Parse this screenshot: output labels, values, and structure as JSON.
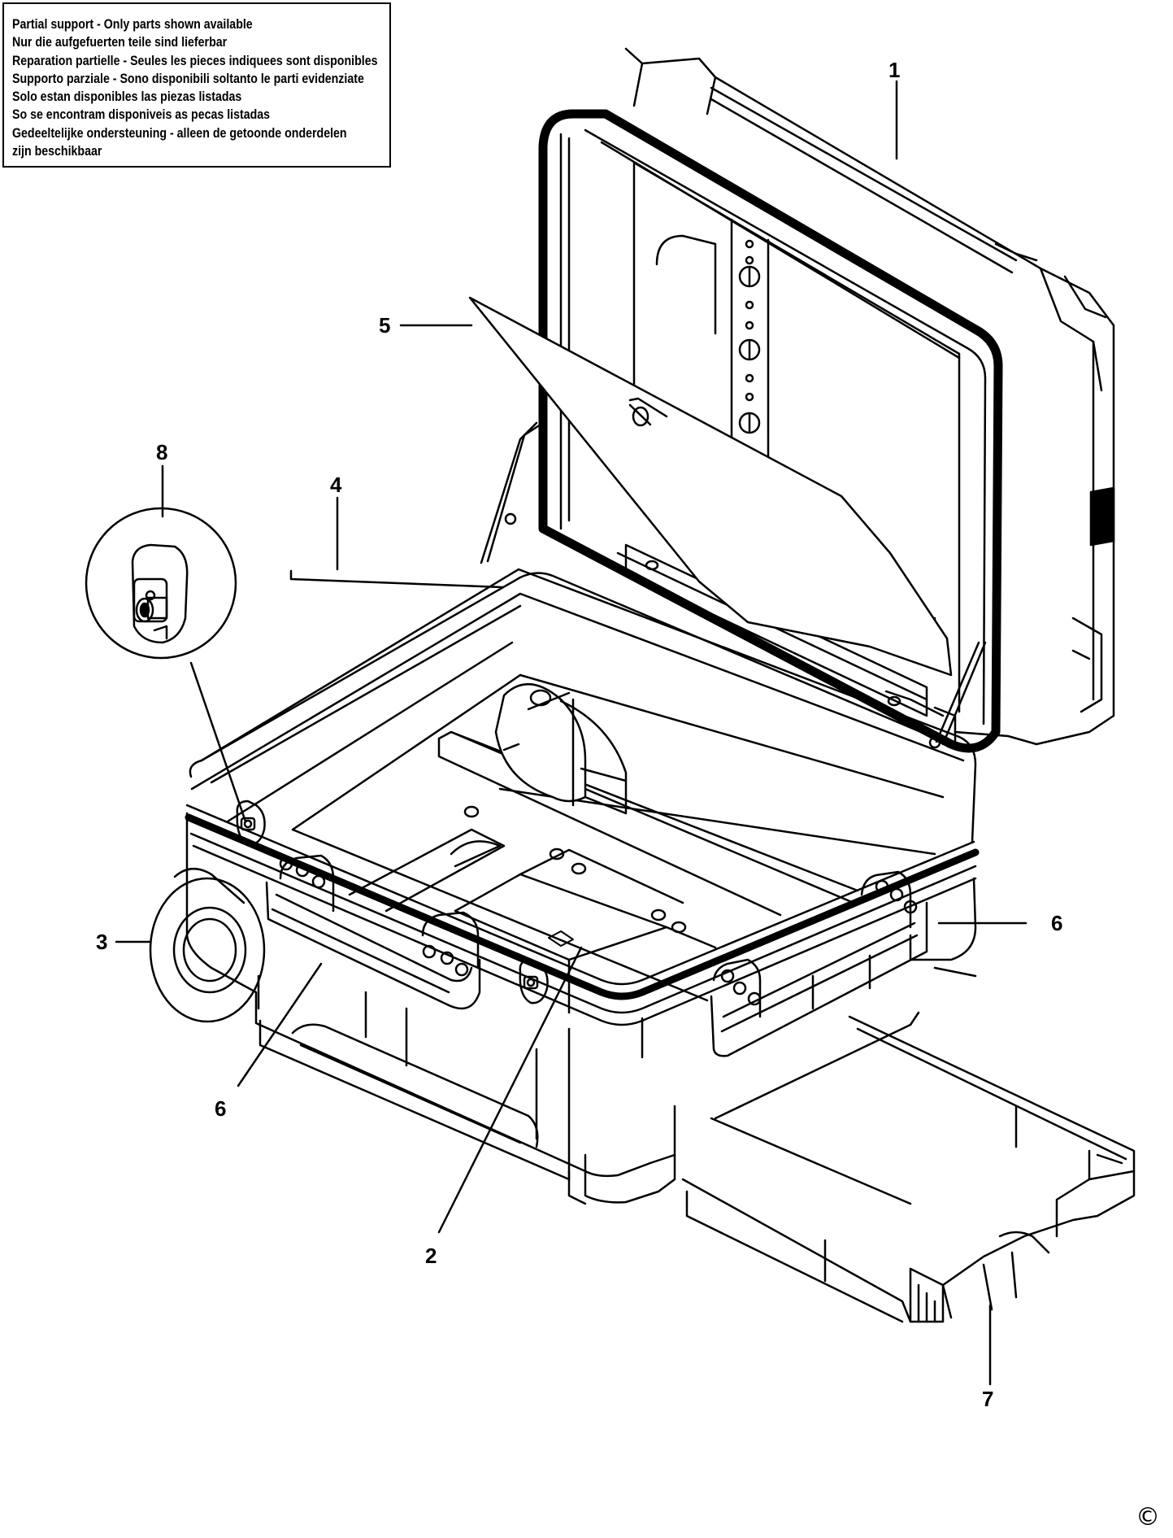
{
  "notice": {
    "lines": [
      "Partial support - Only parts shown available",
      "Nur die aufgefuerten teile sind lieferbar",
      "Reparation partielle - Seules les pieces indiquees sont disponibles",
      "Supporto parziale - Sono disponibili soltanto le parti evidenziate",
      "Solo estan disponibles las piezas listadas",
      "So se encontram disponiveis as pecas listadas",
      "Gedeeltelijke ondersteuning - alleen de getoonde onderdelen",
      "zijn beschikbaar"
    ]
  },
  "callouts": {
    "c1": "1",
    "c2": "2",
    "c3": "3",
    "c4": "4",
    "c5": "5",
    "c6a": "6",
    "c6b": "6",
    "c7": "7",
    "c8": "8"
  },
  "copyright": "©",
  "colors": {
    "ink": "#000000",
    "paper": "#ffffff"
  }
}
